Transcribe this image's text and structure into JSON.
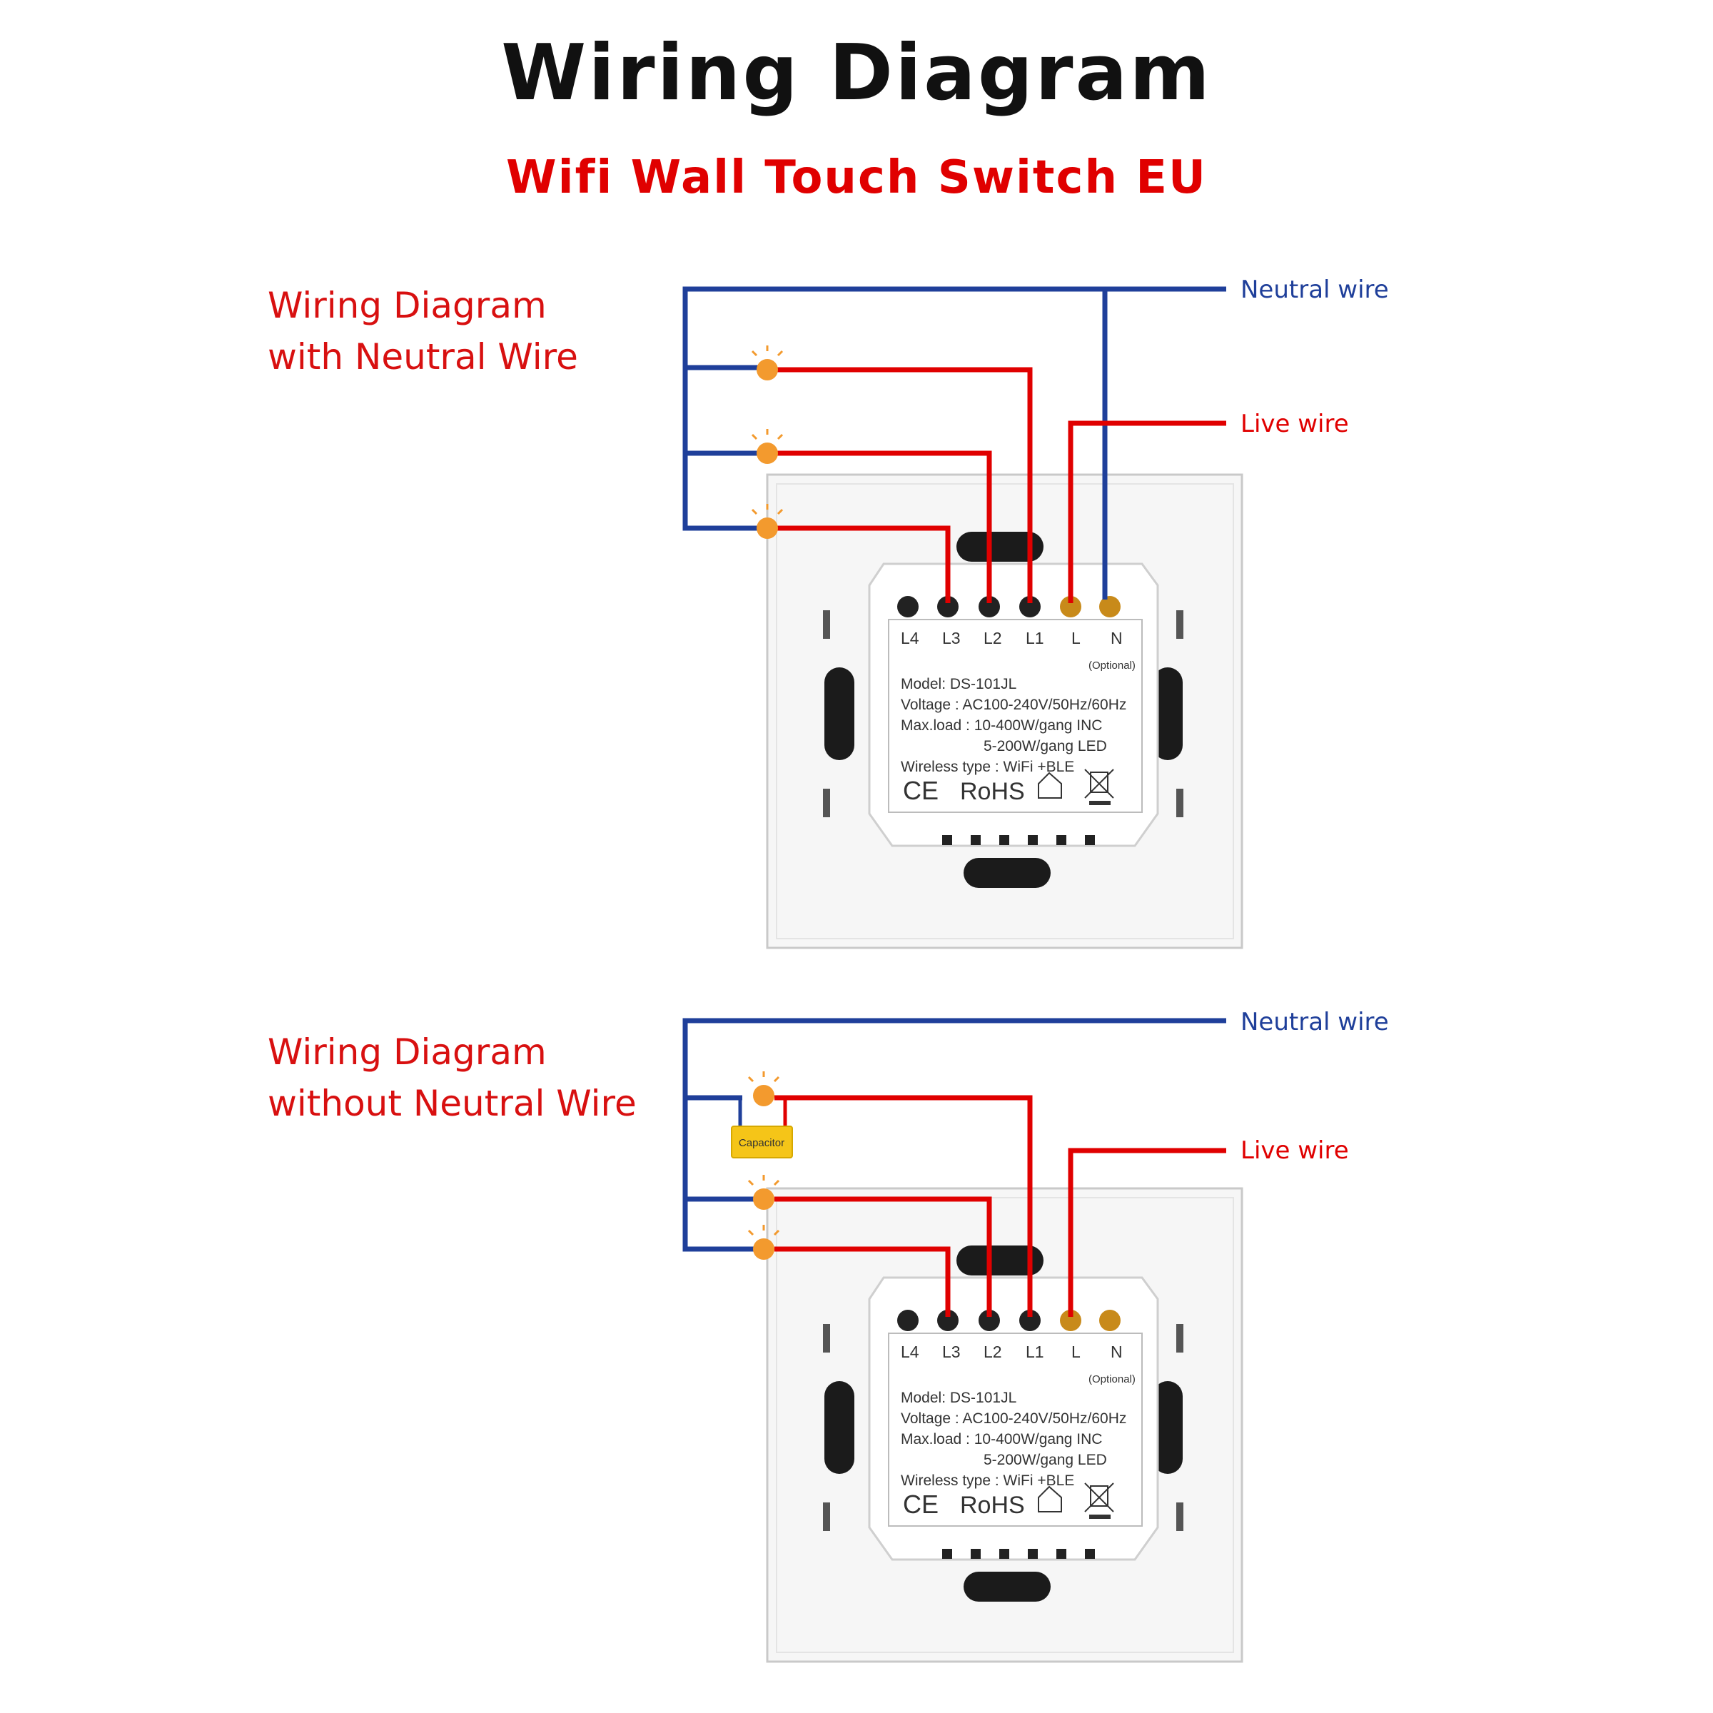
{
  "header": {
    "title": "Wiring Diagram",
    "subtitle": "Wifi Wall Touch Switch EU"
  },
  "colors": {
    "neutral": "#1f3f9a",
    "live": "#e00000",
    "lamp": "#f39a2e",
    "capacitor": "#f5c518"
  },
  "diagrams": [
    {
      "label_line1": "Wiring Diagram",
      "label_line2": "with Neutral Wire",
      "neutral_label": "Neutral wire",
      "live_label": "Live wire",
      "lamp_icon": "light-bulb-icon"
    },
    {
      "label_line1": "Wiring Diagram",
      "label_line2": "without Neutral Wire",
      "neutral_label": "Neutral wire",
      "live_label": "Live wire",
      "capacitor_label": "Capacitor",
      "lamp_icon": "light-bulb-icon"
    }
  ],
  "switch": {
    "terminals": [
      "L4",
      "L3",
      "L2",
      "L1",
      "L",
      "N"
    ],
    "optional": "(Optional)",
    "model": "Model: DS-101JL",
    "voltage": "Voltage : AC100-240V/50Hz/60Hz",
    "maxload": "Max.load : 10-400W/gang INC",
    "maxload_led": "5-200W/gang LED",
    "wireless": "Wireless type : WiFi +BLE",
    "ce": "CE",
    "rohs": "RoHS"
  }
}
